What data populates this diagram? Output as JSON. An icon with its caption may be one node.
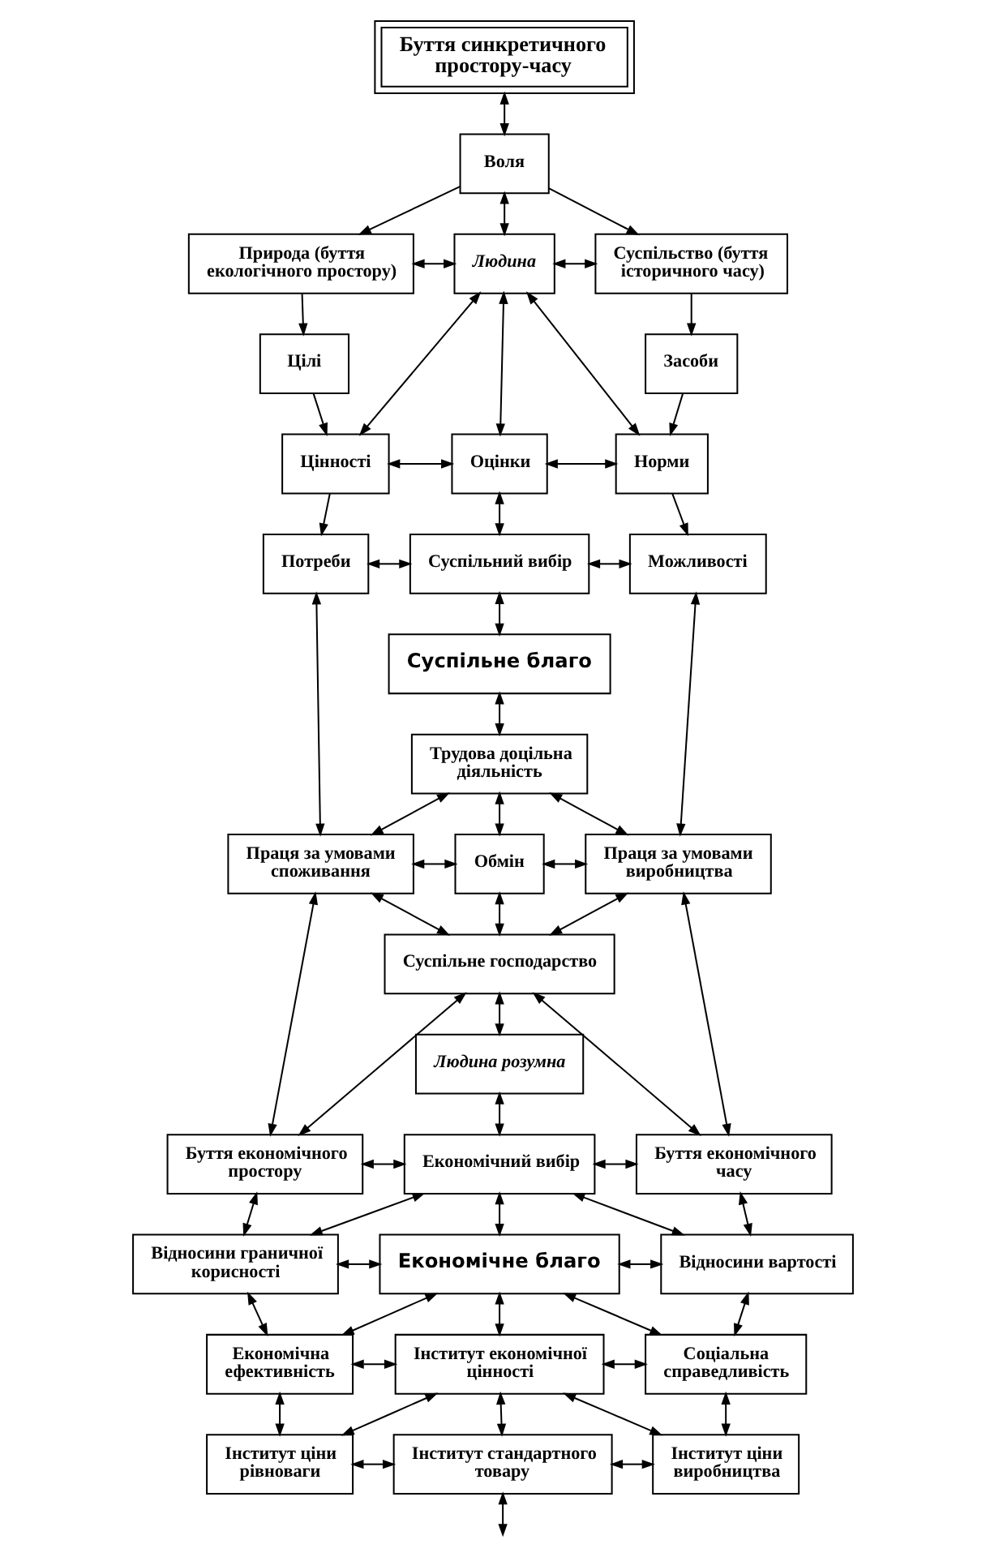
{
  "diagram": {
    "nodes": [
      {
        "text": [
          "Буття синкретичного простору-часу"
        ]
      },
      {
        "text": [
          "Воля"
        ]
      },
      {
        "text": [
          "Природа (буття екологічного простору)"
        ]
      },
      {
        "text": [
          "Людина"
        ]
      },
      {
        "text": [
          "Суспільство (буття історичного часу)"
        ]
      },
      {
        "text": [
          "Цілі"
        ]
      },
      {
        "text": [
          "Засоби"
        ]
      },
      {
        "text": [
          "Цінності"
        ]
      },
      {
        "text": [
          "Оцінки"
        ]
      },
      {
        "text": [
          "Норми"
        ]
      },
      {
        "text": [
          "Потреби"
        ]
      },
      {
        "text": [
          "Суспільний вибір"
        ]
      },
      {
        "text": [
          "Можливості"
        ]
      },
      {
        "text": [
          "Суспільне благо"
        ]
      },
      {
        "text": [
          "Трудова доцільна діяльність"
        ]
      },
      {
        "text": [
          "Праця за умовами споживання"
        ]
      },
      {
        "text": [
          "Обмін"
        ]
      },
      {
        "text": [
          "Праця за умовами виробництва"
        ]
      },
      {
        "text": [
          "Суспільне господарство"
        ]
      },
      {
        "text": [
          "Людина розумна"
        ]
      },
      {
        "text": [
          "Буття економічного простору"
        ]
      },
      {
        "text": [
          "Економічний вибір"
        ]
      },
      {
        "text": [
          "Буття економічного часу"
        ]
      },
      {
        "text": [
          "Відносини граничної корисності"
        ]
      },
      {
        "text": [
          "Економічне благо"
        ]
      },
      {
        "text": [
          "Відносини вартості"
        ]
      },
      {
        "text": [
          "Економічна ефективність"
        ]
      },
      {
        "text": [
          "Інститут економічної цінності"
        ]
      },
      {
        "text": [
          "Соціальна справедливість"
        ]
      },
      {
        "text": [
          "Інститут ціни рівноваги"
        ]
      },
      {
        "text": [
          "Інститут стандартного товару"
        ]
      },
      {
        "text": [
          "Інститут ціни виробництва"
        ]
      }
    ],
    "edges": [
      {
        "from": 0,
        "to": 1,
        "arrow": "both"
      },
      {
        "from": 1,
        "to": 2,
        "arrow": "to"
      },
      {
        "from": 1,
        "to": 3,
        "arrow": "both"
      },
      {
        "from": 1,
        "to": 4,
        "arrow": "to"
      },
      {
        "from": 2,
        "to": 3,
        "arrow": "both"
      },
      {
        "from": 3,
        "to": 4,
        "arrow": "both"
      },
      {
        "from": 2,
        "to": 5,
        "arrow": "to"
      },
      {
        "from": 4,
        "to": 6,
        "arrow": "to"
      },
      {
        "from": 3,
        "to": 7,
        "arrow": "both"
      },
      {
        "from": 3,
        "to": 8,
        "arrow": "both"
      },
      {
        "from": 3,
        "to": 9,
        "arrow": "both"
      },
      {
        "from": 5,
        "to": 7,
        "arrow": "to"
      },
      {
        "from": 6,
        "to": 9,
        "arrow": "to"
      },
      {
        "from": 7,
        "to": 8,
        "arrow": "both"
      },
      {
        "from": 8,
        "to": 9,
        "arrow": "both"
      },
      {
        "from": 7,
        "to": 10,
        "arrow": "to"
      },
      {
        "from": 8,
        "to": 11,
        "arrow": "both"
      },
      {
        "from": 9,
        "to": 12,
        "arrow": "to"
      },
      {
        "from": 10,
        "to": 11,
        "arrow": "both"
      },
      {
        "from": 11,
        "to": 12,
        "arrow": "both"
      },
      {
        "from": 11,
        "to": 13,
        "arrow": "both"
      },
      {
        "from": 13,
        "to": 14,
        "arrow": "both"
      },
      {
        "from": 10,
        "to": 15,
        "arrow": "both"
      },
      {
        "from": 12,
        "to": 17,
        "arrow": "both"
      },
      {
        "from": 14,
        "to": 15,
        "arrow": "both"
      },
      {
        "from": 14,
        "to": 16,
        "arrow": "both"
      },
      {
        "from": 14,
        "to": 17,
        "arrow": "both"
      },
      {
        "from": 15,
        "to": 16,
        "arrow": "both"
      },
      {
        "from": 16,
        "to": 17,
        "arrow": "both"
      },
      {
        "from": 15,
        "to": 18,
        "arrow": "both"
      },
      {
        "from": 16,
        "to": 18,
        "arrow": "both"
      },
      {
        "from": 17,
        "to": 18,
        "arrow": "both"
      },
      {
        "from": 18,
        "to": 19,
        "arrow": "both"
      },
      {
        "from": 15,
        "to": 20,
        "arrow": "both"
      },
      {
        "from": 18,
        "to": 20,
        "arrow": "both"
      },
      {
        "from": 18,
        "to": 22,
        "arrow": "both"
      },
      {
        "from": 17,
        "to": 22,
        "arrow": "both"
      },
      {
        "from": 19,
        "to": 21,
        "arrow": "both"
      },
      {
        "from": 20,
        "to": 21,
        "arrow": "both"
      },
      {
        "from": 21,
        "to": 22,
        "arrow": "both"
      },
      {
        "from": 20,
        "to": 23,
        "arrow": "both"
      },
      {
        "from": 22,
        "to": 25,
        "arrow": "both"
      },
      {
        "from": 21,
        "to": 23,
        "arrow": "both"
      },
      {
        "from": 21,
        "to": 24,
        "arrow": "both"
      },
      {
        "from": 21,
        "to": 25,
        "arrow": "both"
      },
      {
        "from": 23,
        "to": 24,
        "arrow": "both"
      },
      {
        "from": 24,
        "to": 25,
        "arrow": "both"
      },
      {
        "from": 23,
        "to": 26,
        "arrow": "both"
      },
      {
        "from": 24,
        "to": 26,
        "arrow": "both"
      },
      {
        "from": 24,
        "to": 27,
        "arrow": "both"
      },
      {
        "from": 24,
        "to": 28,
        "arrow": "both"
      },
      {
        "from": 25,
        "to": 28,
        "arrow": "both"
      },
      {
        "from": 26,
        "to": 27,
        "arrow": "both"
      },
      {
        "from": 27,
        "to": 28,
        "arrow": "both"
      },
      {
        "from": 26,
        "to": 29,
        "arrow": "both"
      },
      {
        "from": 27,
        "to": 29,
        "arrow": "both"
      },
      {
        "from": 27,
        "to": 30,
        "arrow": "both"
      },
      {
        "from": 27,
        "to": 31,
        "arrow": "both"
      },
      {
        "from": 28,
        "to": 31,
        "arrow": "both"
      },
      {
        "from": 29,
        "to": 30,
        "arrow": "both"
      },
      {
        "from": 30,
        "to": 31,
        "arrow": "both"
      },
      {
        "from": 30,
        "to": null,
        "arrow": "both"
      }
    ]
  }
}
